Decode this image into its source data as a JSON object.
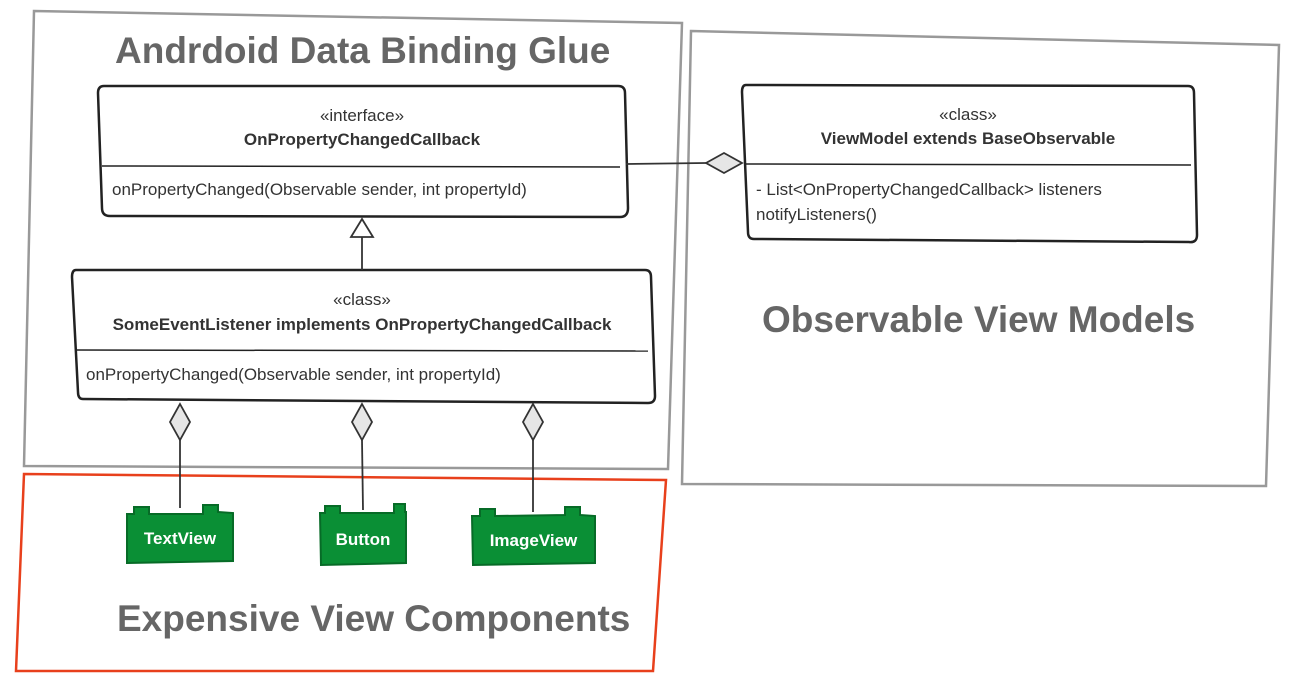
{
  "packages": {
    "glue": {
      "title": "Andrdoid Data Binding Glue"
    },
    "view_models": {
      "title": "Observable View Models"
    },
    "view_components": {
      "title": "Expensive View Components",
      "border_color": "#e8401c"
    }
  },
  "classes": {
    "callback_interface": {
      "stereotype": "«interface»",
      "name": "OnPropertyChangedCallback",
      "members": [
        "onPropertyChanged(Observable sender, int propertyId)"
      ]
    },
    "event_listener": {
      "stereotype": "«class»",
      "name": "SomeEventListener implements OnPropertyChangedCallback",
      "members": [
        "onPropertyChanged(Observable sender, int propertyId)"
      ]
    },
    "view_model": {
      "stereotype": "«class»",
      "name": "ViewModel extends BaseObservable",
      "members": [
        "- List<OnPropertyChangedCallback> listeners",
        "notifyListeners()"
      ]
    }
  },
  "components": [
    {
      "label": "TextView"
    },
    {
      "label": "Button"
    },
    {
      "label": "ImageView"
    }
  ],
  "colors": {
    "package_border": "#999999",
    "component_fill": "#0a8f35",
    "component_border": "#076b27",
    "class_border": "#222222",
    "title_text": "#666666"
  }
}
